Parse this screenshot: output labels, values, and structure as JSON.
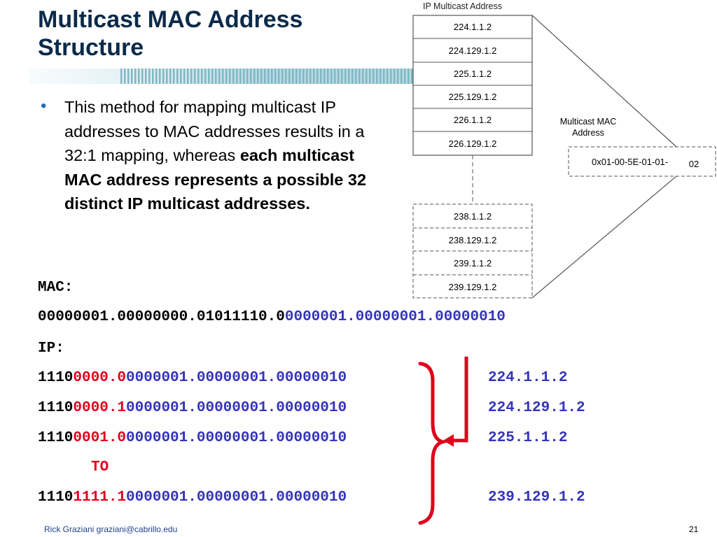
{
  "title": {
    "line1": "Multicast MAC Address",
    "line2": "Structure"
  },
  "bullet": {
    "text": "This method for mapping multicast IP addresses to MAC addresses results in a 32:1 mapping, whereas ",
    "bold": "each multicast MAC address represents a possible 32 distinct IP multicast addresses."
  },
  "diagram": {
    "header": "IP Multicast Address",
    "top_addresses": [
      "224.1.1.2",
      "224.129.1.2",
      "225.1.1.2",
      "225.129.1.2",
      "226.1.1.2",
      "226.129.1.2"
    ],
    "bottom_addresses": [
      "238.1.1.2",
      "238.129.1.2",
      "239.1.1.2",
      "239.129.1.2"
    ],
    "mac_label_line1": "Multicast MAC",
    "mac_label_line2": "Address",
    "mac_prefix": "0x01-00-5E-01-01-",
    "mac_suffix": "02"
  },
  "mac": {
    "label": "MAC:",
    "black": "00000001.00000000.01011110.0",
    "blue": "0000001.00000001.00000010"
  },
  "ip": {
    "label": "IP:",
    "rows": [
      {
        "prefix": "1110",
        "red": "0000.0",
        "blue": "0000001.00000001.00000010",
        "addr": "224.1.1.2"
      },
      {
        "prefix": "1110",
        "red": "0000.1",
        "blue": "0000001.00000001.00000010",
        "addr": "224.129.1.2"
      },
      {
        "prefix": "1110",
        "red": "0001.0",
        "blue": "0000001.00000001.00000010",
        "addr": "225.1.1.2"
      },
      {
        "prefix": "1110",
        "red": "1111.1",
        "blue": "0000001.00000001.00000010",
        "addr": "239.129.1.2"
      }
    ],
    "to": "TO"
  },
  "footer": {
    "author": "Rick Graziani  graziani@cabrillo.edu",
    "page": "21"
  },
  "colors": {
    "title": "#0b2a4a",
    "blue": "#3333bb",
    "red": "#e0001b"
  }
}
